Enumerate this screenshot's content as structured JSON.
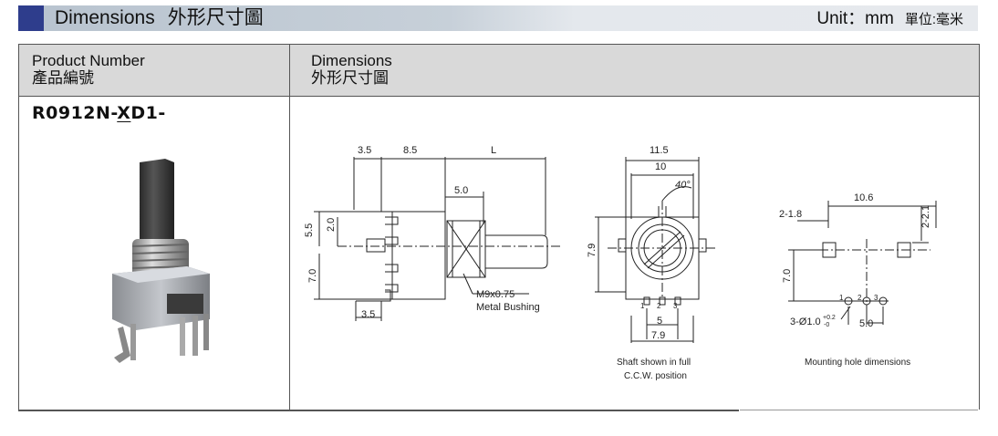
{
  "header": {
    "title_en": "Dimensions",
    "title_cn": "外形尺寸圖",
    "unit_label": "Unit：mm",
    "unit_cn": "單位:毫米"
  },
  "table": {
    "col1_en": "Product Number",
    "col1_cn": "產品編號",
    "col2_en": "Dimensions",
    "col2_cn": "外形尺寸圖"
  },
  "product": {
    "pn_prefix": "R0912N-",
    "pn_var": "X",
    "pn_suffix": "D1-"
  },
  "drawing": {
    "side": {
      "d1": "3.5",
      "d2": "8.5",
      "d3": "L",
      "d4": "5.0",
      "d5": "5.5",
      "d6": "2.0",
      "d7": "7.0",
      "d8": "3.5",
      "note1": "M9x0.75",
      "note2": "Metal Bushing"
    },
    "front": {
      "d1": "11.5",
      "d2": "10",
      "d3": "40°",
      "d4": "7.9",
      "d5": "5",
      "d6": "7.9",
      "pins": [
        "1",
        "2",
        "3"
      ],
      "cap1": "Shaft shown in full",
      "cap2": "C.C.W. position"
    },
    "mount": {
      "d1": "10.6",
      "d2": "2-1.8",
      "d3": "2-2.1",
      "d4": "7.0",
      "d5": "3-Ø1.0",
      "tol_up": "+0.2",
      "tol_dn": "-0",
      "d6": "5.0",
      "pins": [
        "1",
        "2",
        "3"
      ],
      "cap": "Mounting hole dimensions"
    }
  }
}
